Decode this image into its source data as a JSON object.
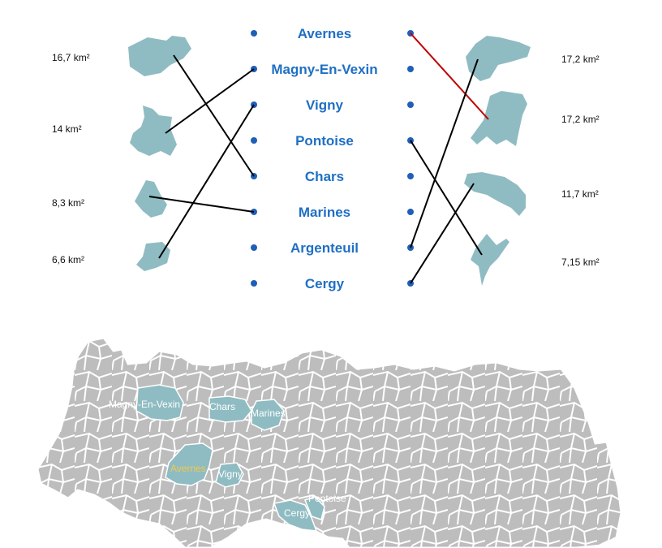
{
  "communes": [
    "Avernes",
    "Magny-En-Vexin",
    "Vigny",
    "Pontoise",
    "Chars",
    "Marines",
    "Argenteuil",
    "Cergy"
  ],
  "left_areas": [
    "16,7 km²",
    "14 km²",
    "8,3 km²",
    "6,6 km²"
  ],
  "right_areas": [
    "17,2 km²",
    "17,2 km²",
    "11,7 km²",
    "7,15 km²"
  ],
  "map_labels": [
    {
      "text": "Magny-En-Vexin",
      "color": "#ffffff"
    },
    {
      "text": "Chars",
      "color": "#ffffff"
    },
    {
      "text": "Marines",
      "color": "#ffffff"
    },
    {
      "text": "Avernes",
      "color": "#f2c94c"
    },
    {
      "text": "Vigny",
      "color": "#ffffff"
    },
    {
      "text": "Pontoise",
      "color": "#ffffff"
    },
    {
      "text": "Cergy",
      "color": "#ffffff"
    }
  ],
  "colors": {
    "commune_name": "#1f6fc4",
    "dot": "#1f5fb8",
    "shape_fill": "#8fbcc2",
    "map_fill": "#bdbdbd",
    "map_border": "#ffffff",
    "connector": "#000000",
    "connector_highlight": "#c00000"
  }
}
